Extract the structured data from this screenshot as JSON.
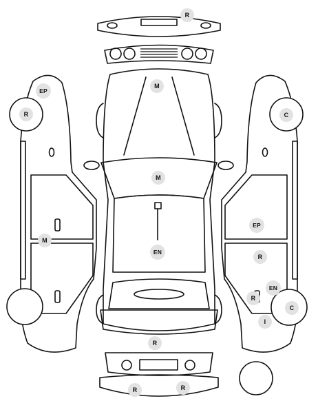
{
  "markers": {
    "rear_bumper_top": "R",
    "hood": "M",
    "windshield": "M",
    "left_front_mirror": "EP",
    "left_front_wheel": "R",
    "left_door": "M",
    "engine": "EN",
    "right_front_wheel": "C",
    "right_panel": "EP",
    "right_rear_door": "R",
    "right_rear_small": "R",
    "right_rear_en": "EN",
    "right_rear_wheel": "C",
    "right_rear_i": "I",
    "trunk": "R",
    "rear_bumper_left": "R",
    "rear_bumper_right": "R"
  }
}
